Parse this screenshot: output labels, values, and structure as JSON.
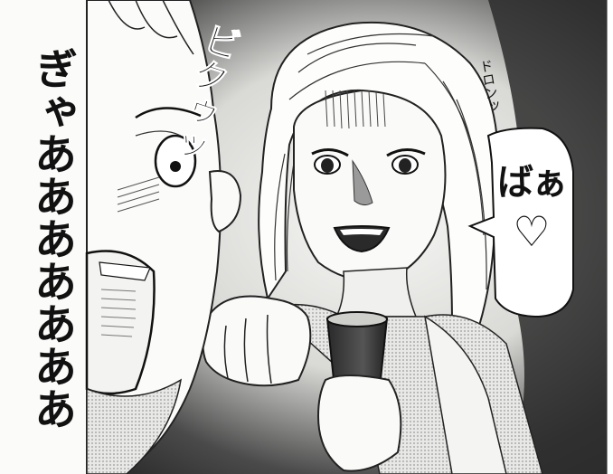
{
  "panel": {
    "scream_text": "ぎゃあああああああ",
    "speech_bubble": {
      "text": "ばぁ",
      "heart": "♡"
    },
    "sfx_left": "ビクゥッ",
    "sfx_right": "ドロンッ"
  },
  "colors": {
    "ink": "#111111",
    "paper": "#f6f6f4",
    "shade": "#3a3a3a"
  }
}
